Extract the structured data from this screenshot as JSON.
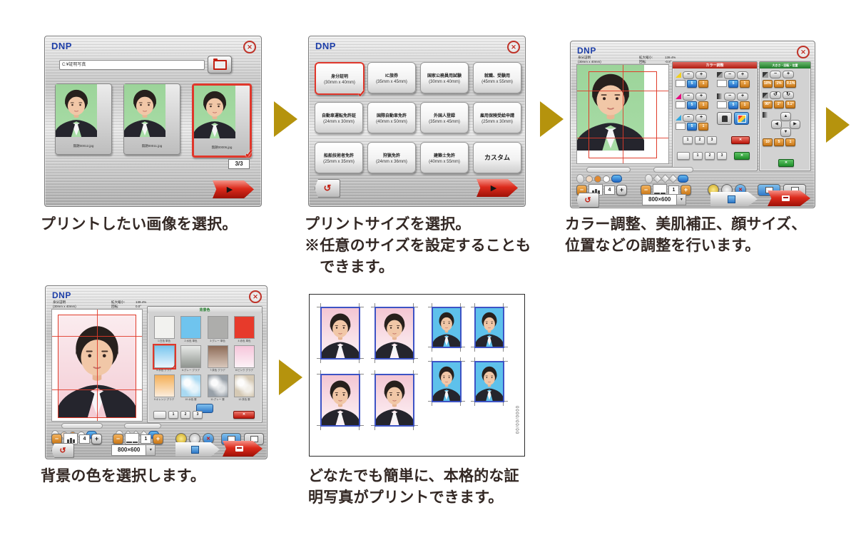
{
  "colors": {
    "arrow_gold": "#B5930D",
    "dnp_blue": "#1E3FA8",
    "select_red": "#E0372B",
    "button_red": "#DC2B1C",
    "photo_green": "#9ED69B",
    "photo_pink": "#F6CDD6",
    "photo_blue": "#5EC1EB"
  },
  "common": {
    "logo": "DNP",
    "close_glyph": "✕",
    "check_glyph": "✓",
    "back_glyph": "↺",
    "play_glyph": "▶",
    "minus_glyph": "−",
    "plus_glyph": "+",
    "dd_arrow": "▾",
    "up": "▲",
    "down": "▼",
    "left": "◀",
    "right": "▶",
    "presets": [
      "1",
      "2",
      "3"
    ],
    "console": {
      "count": "4",
      "copies": "1",
      "resolution": "800×600"
    }
  },
  "step1": {
    "caption": "プリントしたい画像を選択。",
    "path_value": "C:¥証明写真",
    "counter": "3/3",
    "thumbnails": [
      {
        "filename": "無題00012.jpg"
      },
      {
        "filename": "無題00011.jpg"
      },
      {
        "filename": "無題00006.jpg",
        "selected": true
      }
    ]
  },
  "step2": {
    "caption1": "プリントサイズを選択。",
    "caption2": "※任意のサイズを設定することも",
    "caption3": "　できます。",
    "sizes": [
      {
        "name": "身分証明",
        "size": "(30mm x 40mm)",
        "selected": true
      },
      {
        "name": "IC旅券",
        "size": "(35mm x 45mm)"
      },
      {
        "name": "国家公務員用試験",
        "size": "(30mm x 40mm)"
      },
      {
        "name": "就職、受験用",
        "size": "(45mm x 55mm)"
      },
      {
        "name": "自動車運転免許証",
        "size": "(24mm x 30mm)"
      },
      {
        "name": "国際自動車免許",
        "size": "(40mm x 50mm)"
      },
      {
        "name": "外国人登録",
        "size": "(35mm x 45mm)"
      },
      {
        "name": "雇用保険受給申請",
        "size": "(25mm x 30mm)"
      },
      {
        "name": "船舶技術者免許",
        "size": "(25mm x 35mm)"
      },
      {
        "name": "狩猟免許",
        "size": "(24mm x 36mm)"
      },
      {
        "name": "建築士免許",
        "size": "(40mm x 55mm)"
      },
      {
        "name": "カスタム",
        "size": "",
        "cls": "custom"
      }
    ]
  },
  "step3": {
    "caption1": "カラー調整、美肌補正、顔サイズ、",
    "caption2": "位置などの調整を行います。",
    "doc_name": "身分証明",
    "doc_size": "(30mm x 40mm)",
    "zoom_label": "拡大縮小:",
    "zoom_value": "139.4%",
    "rotate_label": "回転:",
    "rotate_value": "-0.8°",
    "color_panel": {
      "title": "カラー調整",
      "reset_glyph": "✕",
      "channels": [
        {
          "name": "Y",
          "cls": "tri",
          "color": "#F2CF1C",
          "s5": "5",
          "s1": "1"
        },
        {
          "name": "M",
          "cls": "tri",
          "color": "#E60A7E",
          "s5": "5",
          "s1": "1"
        },
        {
          "name": "C",
          "cls": "tri",
          "color": "#2FA8E0",
          "s5": "5",
          "s1": "1"
        },
        {
          "name": "濃度",
          "cls": "sq",
          "color": "#555555",
          "s5": "5",
          "s1": "1"
        },
        {
          "name": "コントラスト",
          "cls": "gsq",
          "color": "#777777",
          "s5": "5",
          "s1": "1"
        }
      ]
    },
    "size_panel": {
      "title": "大きさ・回転・位置",
      "size_steps": [
        "10%",
        "1%",
        "0.1%"
      ],
      "rot_ccw": "↺",
      "rot_cw": "↻",
      "rot_steps": [
        "90°",
        "1°",
        "0.1°"
      ],
      "pos_steps": [
        "10",
        "5",
        "1"
      ],
      "reset_glyph": "✕"
    }
  },
  "step4": {
    "caption": "背景の色を選択します。",
    "panel_title": "背景色",
    "zoom_value": "139.4%",
    "rotate_value": "0.0°",
    "reset_glyph": "✕",
    "swatches": [
      {
        "label": "1:白色 単色",
        "type": "solid",
        "c1": "#F2F2EF"
      },
      {
        "label": "2:水色 単色",
        "type": "solid",
        "c1": "#6FC4EE"
      },
      {
        "label": "3:グレー 単色",
        "type": "solid",
        "c1": "#ADADAB"
      },
      {
        "label": "4:赤色 単色",
        "type": "solid",
        "c1": "#E73A2B"
      },
      {
        "label": "5:水色 グラデ",
        "type": "grad",
        "c1": "#79C6EF",
        "c2": "#EAF5FC",
        "selected": true
      },
      {
        "label": "6:グレー グラデ",
        "type": "grad",
        "c1": "#E8EAE8",
        "c2": "#8F948F"
      },
      {
        "label": "7:茶色 グラデ",
        "type": "grad",
        "c1": "#8E6C58",
        "c2": "#D9C8BC"
      },
      {
        "label": "8:ピンク グラデ",
        "type": "grad",
        "c1": "#F6C6DB",
        "c2": "#FDF2F7"
      },
      {
        "label": "9:オレンジ グラデ",
        "type": "grad",
        "c1": "#F4AF56",
        "c2": "#FCEDDC"
      },
      {
        "label": "10:水色 雲",
        "type": "cloud",
        "c1": "#A9D9F2"
      },
      {
        "label": "11:グレー 雲",
        "type": "cloud",
        "c1": "#98A0A8"
      },
      {
        "label": "12:茶色 雲",
        "type": "cloud",
        "c1": "#D5C9B4"
      }
    ]
  },
  "step5": {
    "caption1": "どなたでも簡単に、本格的な証",
    "caption2": "明写真がプリントできます。",
    "date": "0000/00/00"
  }
}
